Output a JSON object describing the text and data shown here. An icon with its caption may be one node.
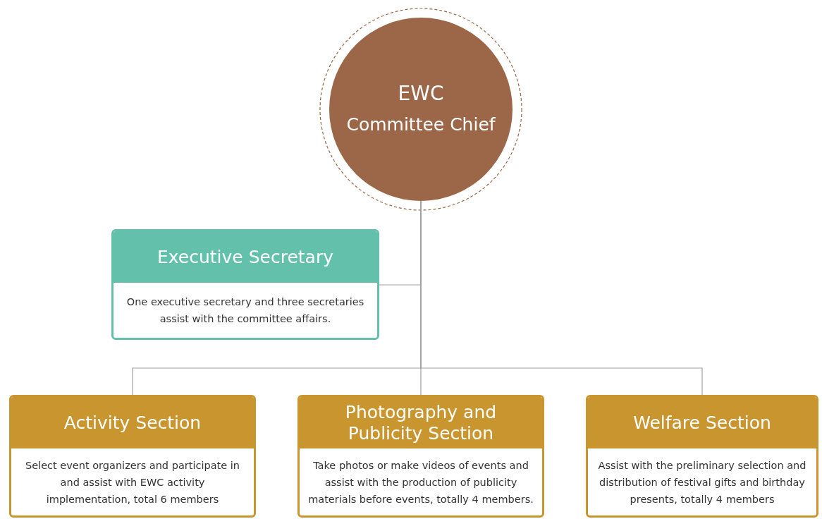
{
  "diagram": {
    "nodes": [
      {
        "text": [
          "EWC",
          "Committee Chief"
        ]
      },
      {
        "text": [
          "Executive Secretary",
          "One executive secretary and three secretaries assist with the committee affairs."
        ]
      },
      {
        "text": [
          "Activity Section",
          "Select event organizers and participate in and assist with EWC activity implementation, total 6 members"
        ]
      },
      {
        "text": [
          "Photography and Publicity Section",
          "Take photos or make videos of events and assist with the production of publicity materials before events, totally 4 members."
        ]
      },
      {
        "text": [
          "Welfare Section",
          "Assist with the preliminary selection and distribution of festival gifts and birthday presents, totally 4 members"
        ]
      }
    ],
    "edges": [
      {
        "from": 0,
        "to": 1,
        "arrow": "none"
      },
      {
        "from": 0,
        "to": 2,
        "arrow": "none"
      },
      {
        "from": 0,
        "to": 3,
        "arrow": "none"
      },
      {
        "from": 0,
        "to": 4,
        "arrow": "none"
      }
    ]
  }
}
